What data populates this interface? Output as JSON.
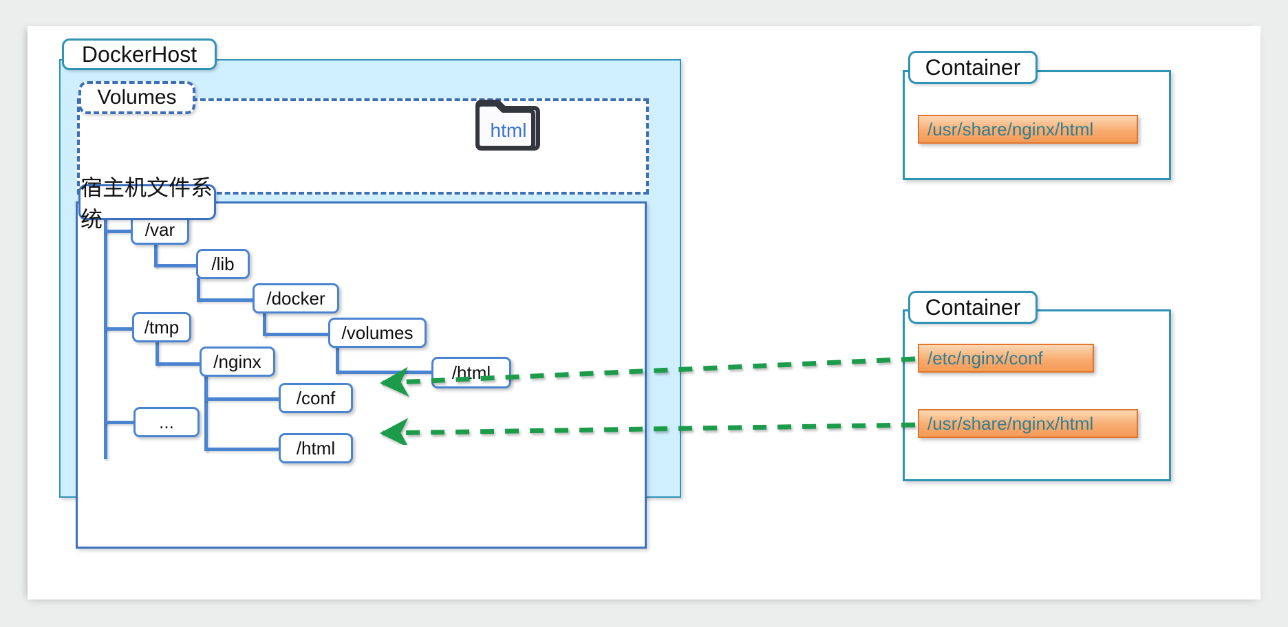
{
  "canvas": {
    "background": "#ffffff",
    "page_background": "#eceded"
  },
  "colors": {
    "teal": "#2f93b5",
    "blue": "#4a84d0",
    "dash_blue": "#3c6fb8",
    "host_fill": "#cfefff",
    "orange": "#ef8033",
    "green": "#1f9c4b",
    "chip_text": "#2e7f94",
    "folder_label": "#3f74c8"
  },
  "host": {
    "title": "DockerHost",
    "volumes": {
      "title": "Volumes"
    },
    "filesystem": {
      "title": "宿主机文件系统"
    }
  },
  "volume_folder": {
    "label": "html",
    "icon": "folder-icon"
  },
  "tree": {
    "nodes": [
      {
        "id": "var",
        "label": "/var"
      },
      {
        "id": "lib",
        "label": "/lib"
      },
      {
        "id": "docker",
        "label": "/docker"
      },
      {
        "id": "volumes",
        "label": "/volumes"
      },
      {
        "id": "vol-html",
        "label": "/html"
      },
      {
        "id": "tmp",
        "label": "/tmp"
      },
      {
        "id": "nginx",
        "label": "/nginx"
      },
      {
        "id": "conf",
        "label": "/conf"
      },
      {
        "id": "tmp-html",
        "label": "/html"
      },
      {
        "id": "ellipsis",
        "label": "..."
      }
    ]
  },
  "containers": [
    {
      "title": "Container",
      "paths": [
        {
          "label": "/usr/share/nginx/html",
          "link_color": "#ef8033"
        }
      ]
    },
    {
      "title": "Container",
      "paths": [
        {
          "label": "/etc/nginx/conf",
          "link_color": "#1f9c4b"
        },
        {
          "label": "/usr/share/nginx/html",
          "link_color": "#1f9c4b"
        }
      ]
    }
  ],
  "links": [
    {
      "id": "orange-container-to-folder",
      "style": "dashed",
      "color": "#ef8033",
      "from": "container-1-path-1",
      "to": "volume-folder"
    },
    {
      "id": "orange-folder-to-vol-html",
      "style": "dashed",
      "color": "#ef8033",
      "from": "volume-folder",
      "to": "vol-html"
    },
    {
      "id": "green-conf",
      "style": "dashed",
      "color": "#1f9c4b",
      "from": "container-2-path-1",
      "to": "conf"
    },
    {
      "id": "green-html",
      "style": "dashed",
      "color": "#1f9c4b",
      "from": "container-2-path-2",
      "to": "tmp-html"
    }
  ]
}
